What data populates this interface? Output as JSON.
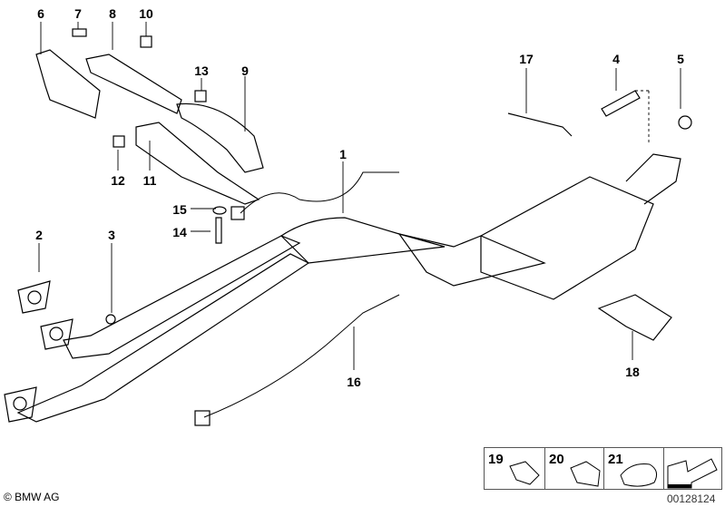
{
  "part_labels": [
    "1",
    "2",
    "3",
    "4",
    "5",
    "6",
    "7",
    "8",
    "9",
    "10",
    "11",
    "12",
    "13",
    "14",
    "15",
    "16",
    "17",
    "18"
  ],
  "legend_items": [
    {
      "number": "19",
      "icon": "clip-icon"
    },
    {
      "number": "20",
      "icon": "clamp-icon"
    },
    {
      "number": "21",
      "icon": "spring-clip-icon"
    },
    {
      "icon": "arrow-icon"
    }
  ],
  "copyright": "© BMW AG",
  "drawing_number": "00128124"
}
